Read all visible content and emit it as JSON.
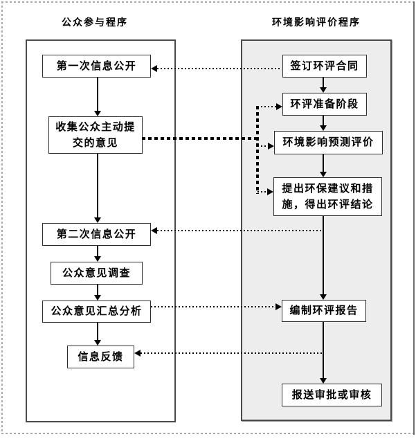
{
  "diagram": {
    "headers": {
      "left": "公众参与程序",
      "right": "环境影响评价程序"
    },
    "left_column": {
      "title": "公众参与程序",
      "boxes": [
        {
          "label": "第一次信息公开"
        },
        {
          "label": "收集公众主动提\n交的意见"
        },
        {
          "label": "第二次信息公开"
        },
        {
          "label": "公众意见调查"
        },
        {
          "label": "公众意见汇总分析"
        },
        {
          "label": "信息反馈"
        }
      ]
    },
    "right_column": {
      "title": "环境影响评价程序",
      "boxes": [
        {
          "label": "签订环评合同"
        },
        {
          "label": "环评准备阶段"
        },
        {
          "label": "环境影响预测评价"
        },
        {
          "label": "提出环保建议和措\n施，得出环评结论"
        },
        {
          "label": "编制环评报告"
        },
        {
          "label": "报送审批或审核"
        }
      ]
    },
    "edges": [
      {
        "from": "第一次信息公开",
        "to": "收集公众主动提交的意见",
        "style": "solid-arrow"
      },
      {
        "from": "收集公众主动提交的意见",
        "to": "第二次信息公开",
        "style": "solid-arrow"
      },
      {
        "from": "第二次信息公开",
        "to": "公众意见调查",
        "style": "solid-arrow"
      },
      {
        "from": "公众意见调查",
        "to": "公众意见汇总分析",
        "style": "solid-arrow"
      },
      {
        "from": "公众意见汇总分析",
        "to": "信息反馈",
        "style": "solid-arrow"
      },
      {
        "from": "签订环评合同",
        "to": "环评准备阶段",
        "style": "solid-arrow"
      },
      {
        "from": "环评准备阶段",
        "to": "环境影响预测评价",
        "style": "solid-arrow"
      },
      {
        "from": "环境影响预测评价",
        "to": "提出环保建议和措施，得出环评结论",
        "style": "solid-arrow"
      },
      {
        "from": "提出环保建议和措施，得出环评结论",
        "to": "编制环评报告",
        "style": "solid-arrow"
      },
      {
        "from": "编制环评报告",
        "to": "报送审批或审核",
        "style": "solid-arrow"
      },
      {
        "from": "签订环评合同",
        "to": "第一次信息公开",
        "style": "dotted-arrow"
      },
      {
        "from": "收集公众主动提交的意见",
        "to": "环评准备阶段",
        "style": "dotted-arrow"
      },
      {
        "from": "收集公众主动提交的意见",
        "to": "环境影响预测评价",
        "style": "dotted-arrow"
      },
      {
        "from": "收集公众主动提交的意见",
        "to": "提出环保建议和措施，得出环评结论",
        "style": "dotted-arrow"
      },
      {
        "from": "提出环保建议和措施，得出环评结论",
        "to": "第二次信息公开",
        "style": "dotted-arrow"
      },
      {
        "from": "公众意见汇总分析",
        "to": "编制环评报告",
        "style": "dotted-arrow"
      },
      {
        "from": "编制环评报告",
        "to": "信息反馈",
        "style": "dotted-arrow"
      }
    ],
    "colors": {
      "panel_right_fill": "#ededed",
      "panel_border": "#4a4a4a",
      "node_border": "#2e2e2e",
      "line": "#000000",
      "page_border_dashed": "#a9a9a9",
      "page_border_solid": "#6e6e6e"
    }
  }
}
